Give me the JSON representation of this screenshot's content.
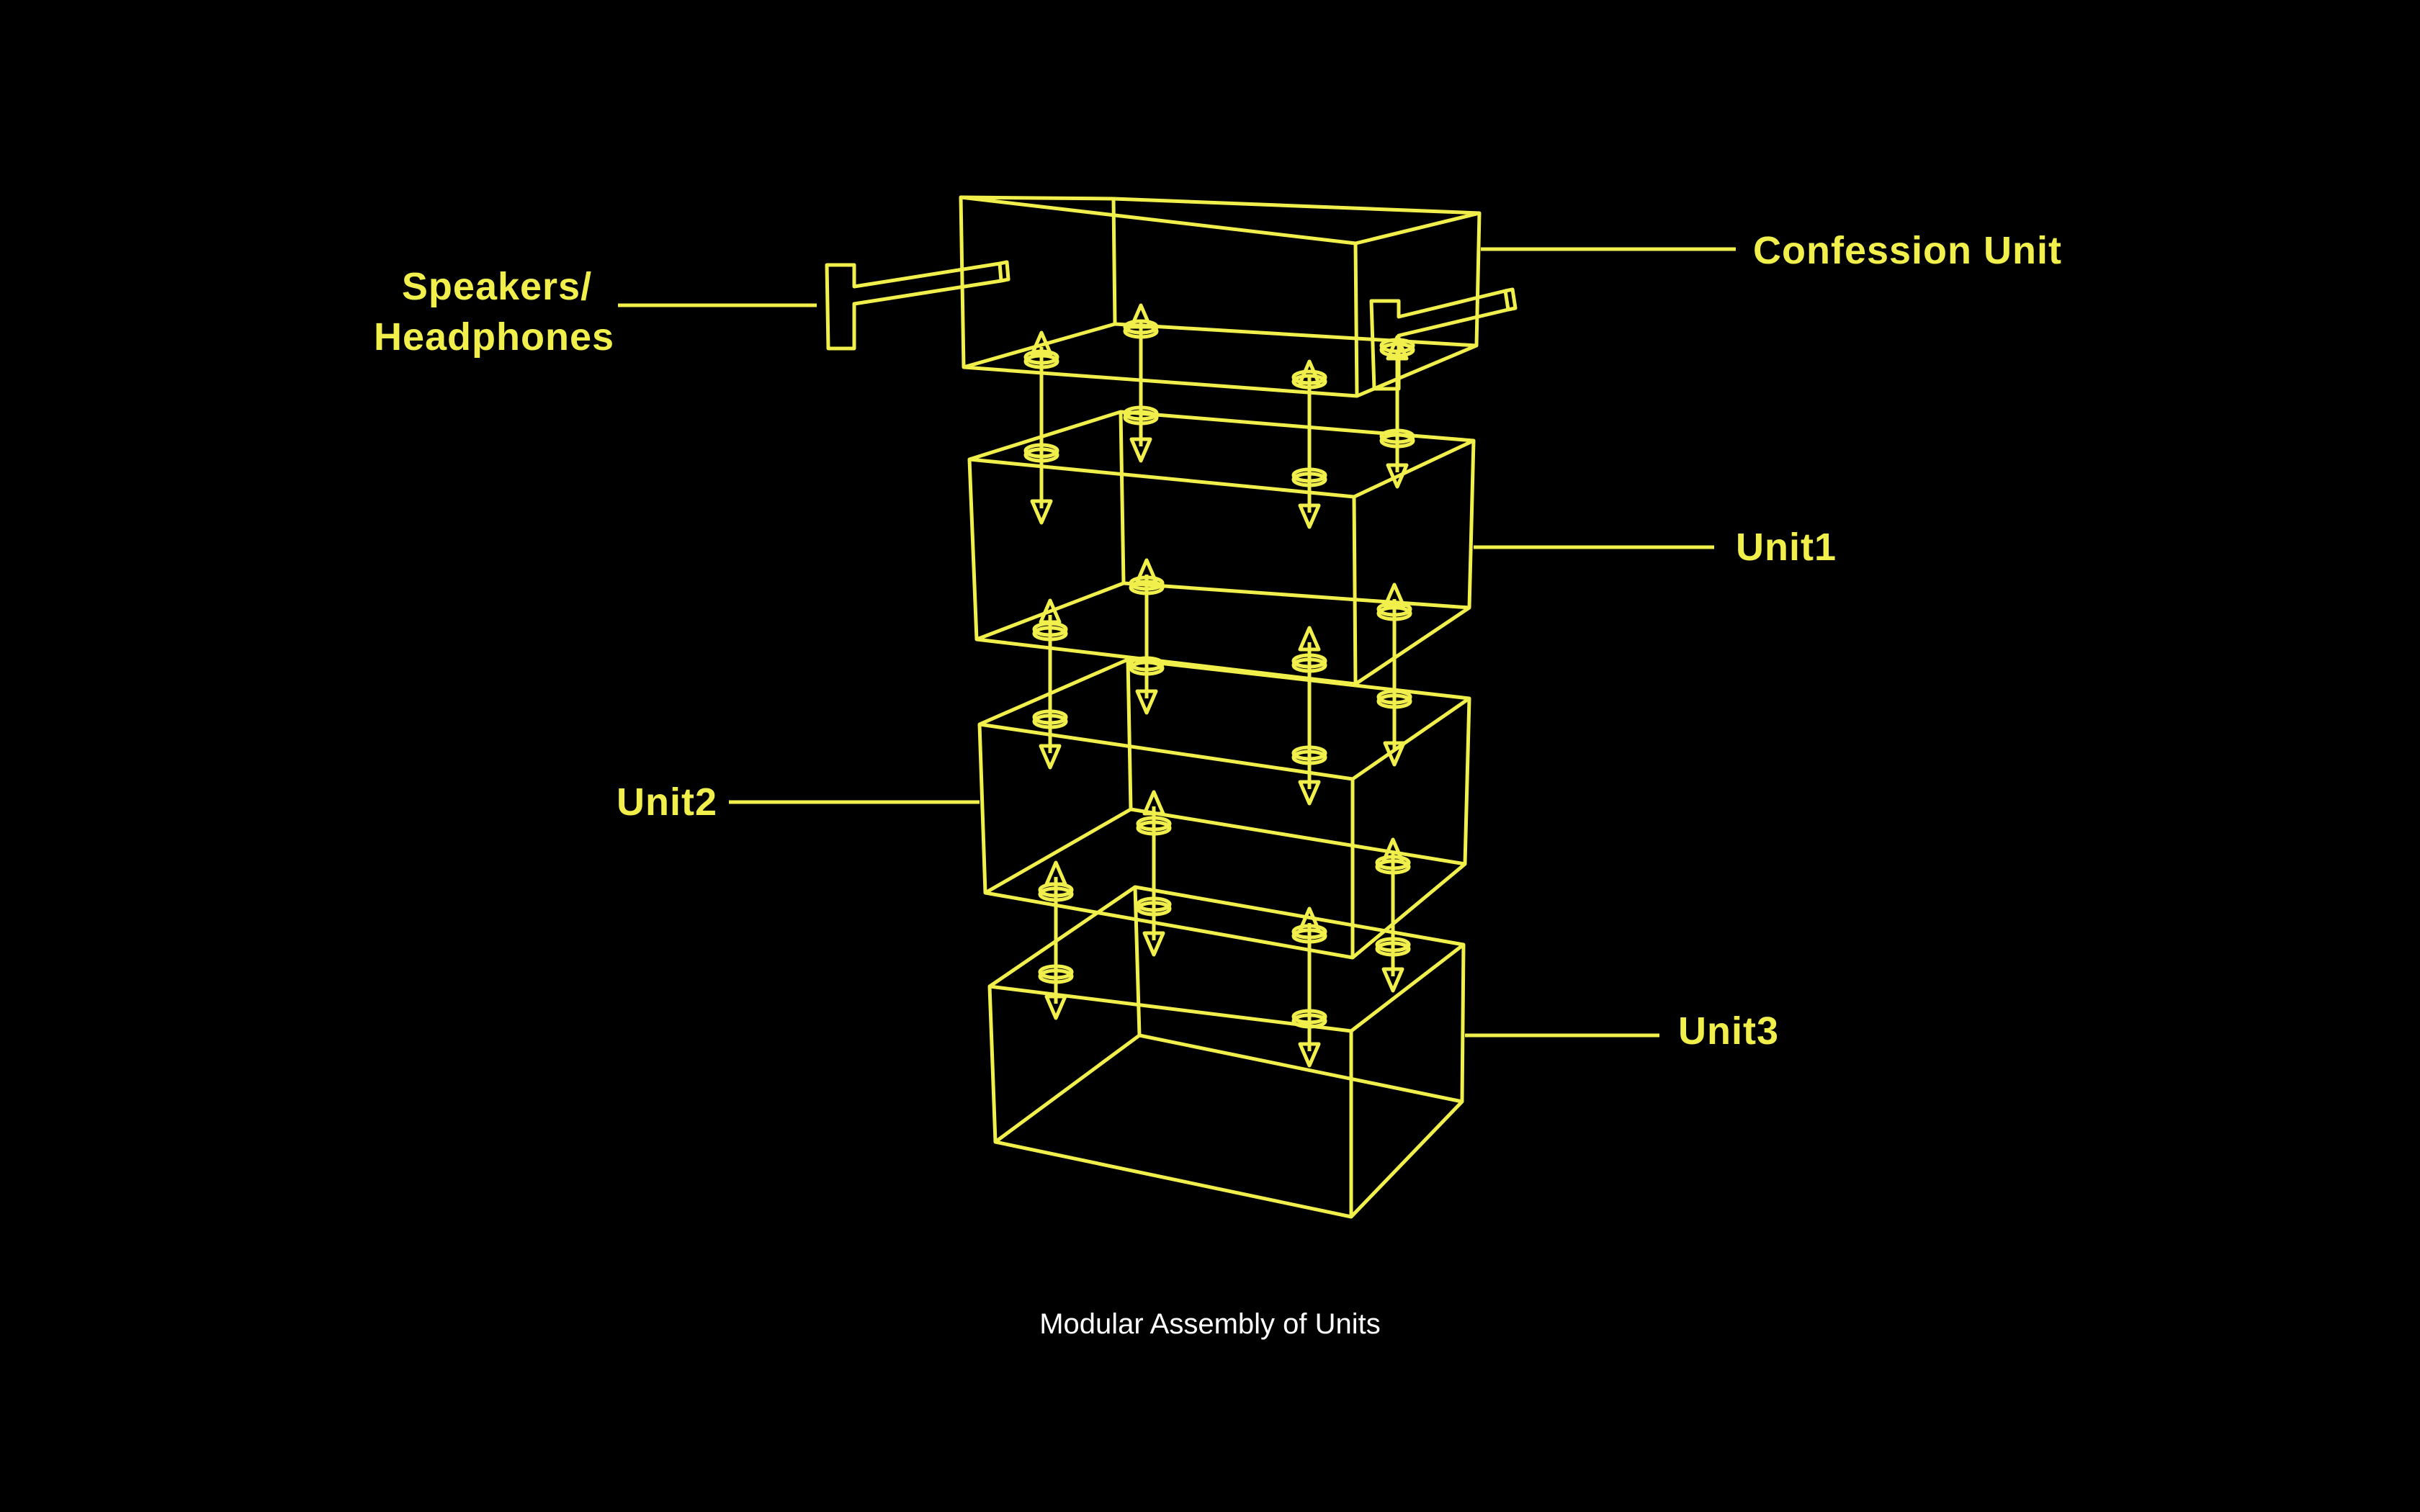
{
  "colors": {
    "background": "#000000",
    "line": "#f1ef4c",
    "caption": "#ffffff"
  },
  "diagram": {
    "labels": {
      "speakers_line1": "Speakers/",
      "speakers_line2": "Headphones",
      "confession_unit": "Confession Unit",
      "unit1": "Unit1",
      "unit2": "Unit2",
      "unit3": "Unit3"
    },
    "caption": "Modular Assembly of Units"
  }
}
